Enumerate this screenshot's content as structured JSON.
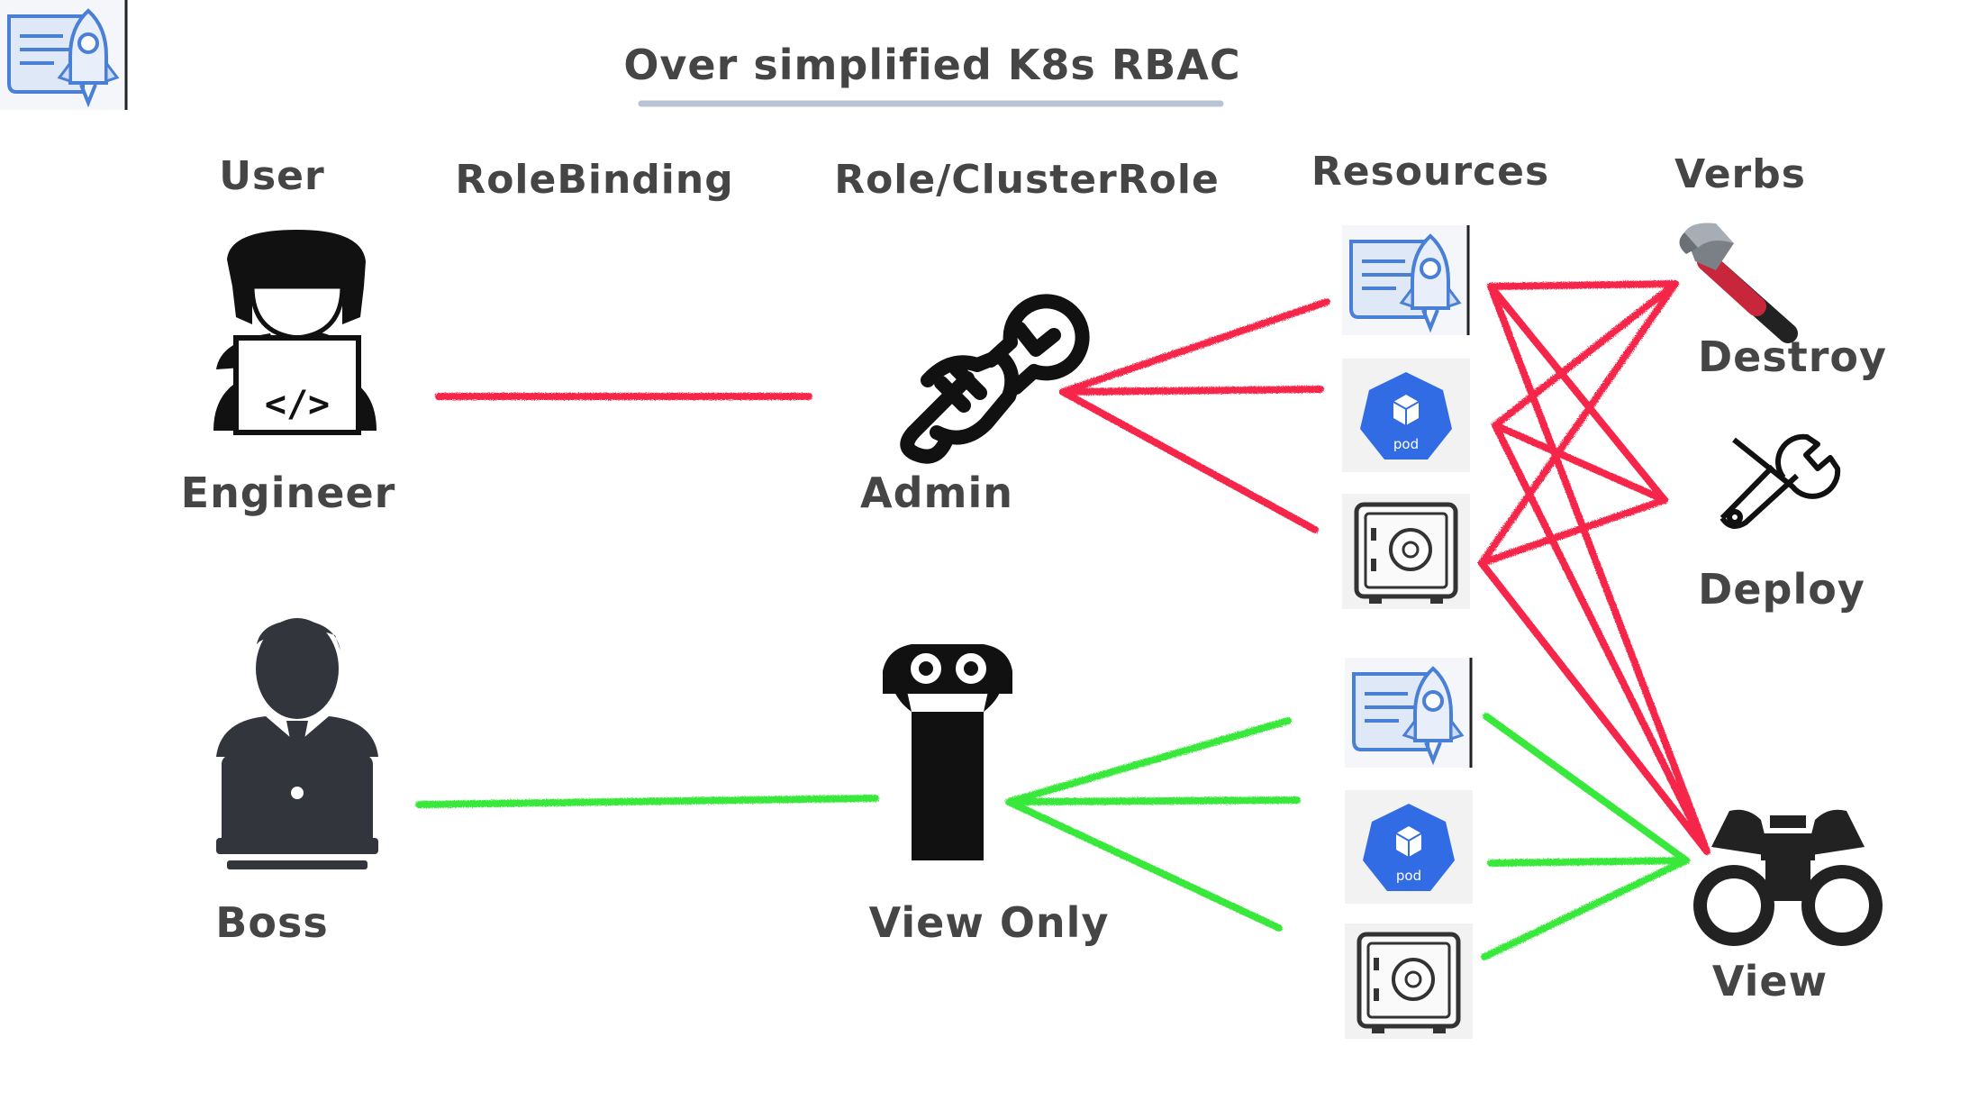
{
  "title": "Over simplified K8s RBAC",
  "headers": {
    "user": "User",
    "rolebinding": "RoleBinding",
    "role": "Role/ClusterRole",
    "resources": "Resources",
    "verbs": "Verbs"
  },
  "users": {
    "engineer": "Engineer",
    "boss": "Boss"
  },
  "roles": {
    "admin": "Admin",
    "view_only": "View Only"
  },
  "resources": {
    "pod_label": "pod"
  },
  "verbs": {
    "destroy": "Destroy",
    "deploy": "Deploy",
    "view": "View"
  },
  "colors": {
    "admin_link": "#f5254a",
    "view_link": "#38e83a",
    "text": "#454545",
    "k8s_blue": "#326ce5",
    "doc_blue": "#4a7fd6"
  },
  "icons": [
    "developer-icon",
    "boss-laptop-icon",
    "wrench-fist-icon",
    "binoculars-person-icon",
    "deployment-rocket-icon",
    "pod-icon",
    "safe-icon",
    "hammer-icon",
    "wrench-icon",
    "binoculars-icon"
  ]
}
